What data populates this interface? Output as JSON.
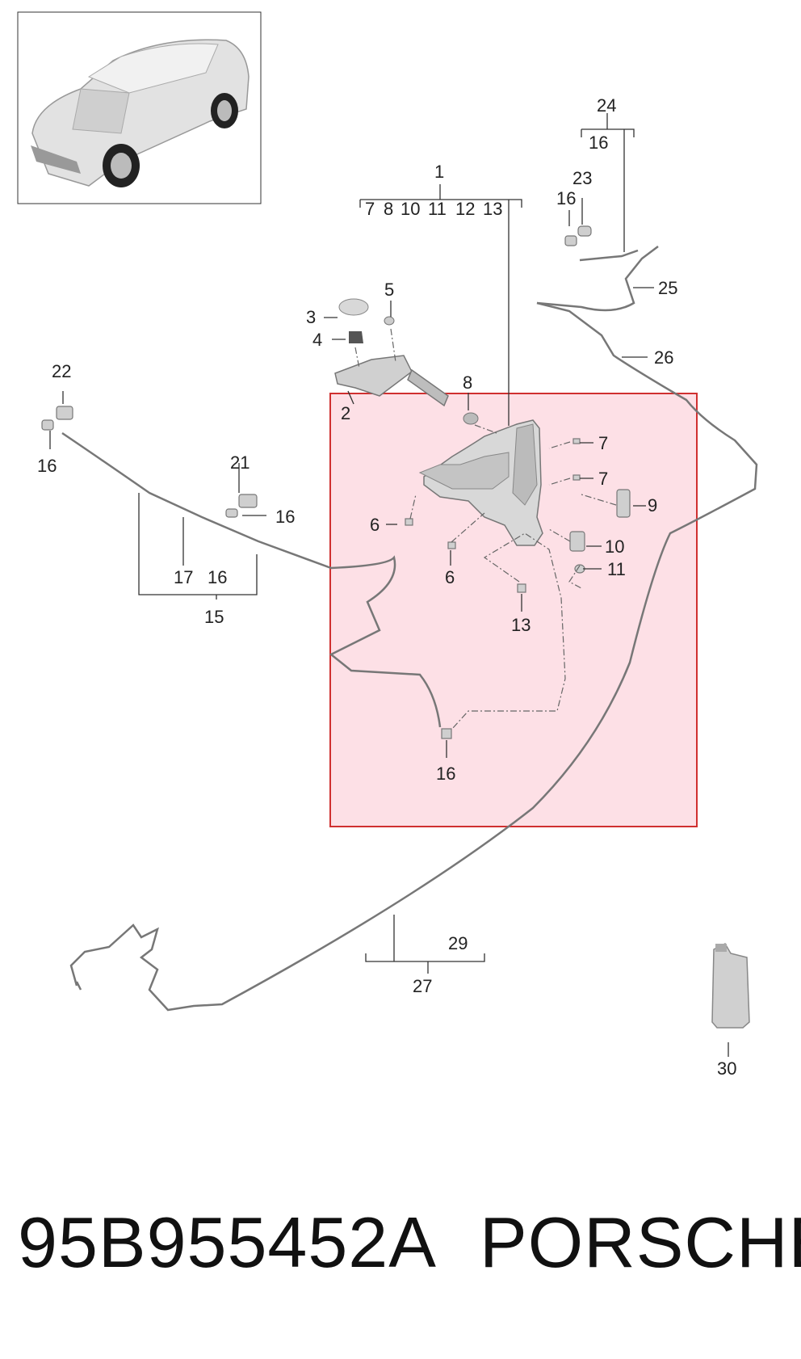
{
  "labels": {
    "l1": "1",
    "l2": "2",
    "l3": "3",
    "l4": "4",
    "l5": "5",
    "l6a": "6",
    "l6b": "6",
    "l7a": "7",
    "l7b": "7",
    "l8": "8",
    "l9": "9",
    "l10": "10",
    "l11": "11",
    "l13": "13",
    "l15": "15",
    "l16_22": "16",
    "l16_21": "16",
    "l16_15": "16",
    "l16_tank": "16",
    "l16_23": "16",
    "l16_24": "16",
    "l17": "17",
    "l21": "21",
    "l22": "22",
    "l23": "23",
    "l24": "24",
    "l25": "25",
    "l26": "26",
    "l27": "27",
    "l29": "29",
    "l30": "30",
    "g1_7": "7",
    "g1_8": "8",
    "g1_10": "10",
    "g1_11": "11",
    "g1_12": "12",
    "g1_13": "13"
  },
  "footer": {
    "part_number": "95B955452A",
    "brand": "PORSCHE"
  },
  "colors": {
    "highlight_fill": "#fde0e6",
    "highlight_border": "#d03030",
    "line": "#666666",
    "part_fill": "#d6d6d6"
  }
}
